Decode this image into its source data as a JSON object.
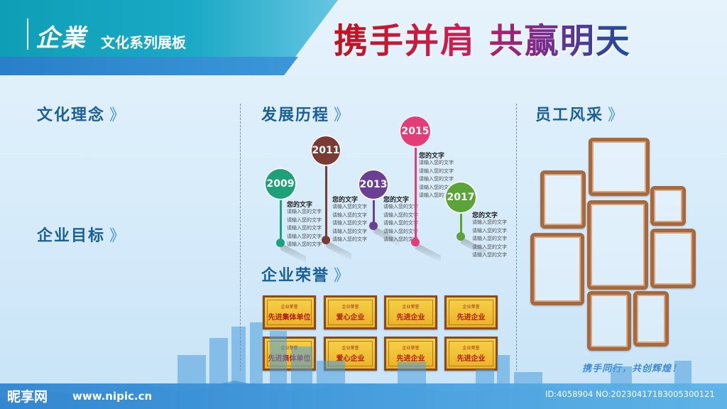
{
  "header": {
    "brand_script": "企業",
    "brand_sub": "文化系列展板",
    "slogan": "携手并肩 共赢明天"
  },
  "sections": {
    "culture": "文化理念",
    "goal": "企业目标",
    "history": "发展历程",
    "honor": "企业荣誉",
    "staff": "员工风采",
    "chevron": "》"
  },
  "timeline": [
    {
      "year": "2009",
      "color": "#1ea07a",
      "head": "您的文字",
      "lines": [
        "请输入您的文字",
        "请输入您的文字",
        "请输入您的文字",
        "请输入您的文字",
        "请输入您的文字"
      ]
    },
    {
      "year": "2011",
      "color": "#7a3b35",
      "head": "您的文字",
      "lines": [
        "请输入您的文字",
        "请输入您的文字",
        "请输入您的文字",
        "请输入您的文字",
        "请输入您的文字"
      ]
    },
    {
      "year": "2013",
      "color": "#6b3f94",
      "head": "您的文字",
      "lines": [
        "请输入您的文字",
        "请输入您的文字",
        "请输入您的文字",
        "请输入您的文字",
        "请输入您的文字"
      ]
    },
    {
      "year": "2015",
      "color": "#e23d79",
      "head": "您的文字",
      "lines": [
        "请输入您的文字",
        "请输入您的文字",
        "请输入您的文字",
        "请输入您的文字",
        "请输入您的文字"
      ]
    },
    {
      "year": "2017",
      "color": "#5ca43a",
      "head": "您的文字",
      "lines": [
        "请输入您的文字",
        "请输入您的文字",
        "请输入您的文字",
        "请输入您的文字",
        "请输入您的文字"
      ]
    }
  ],
  "honors": [
    {
      "top": "企业荣誉",
      "main": "先进集体单位"
    },
    {
      "top": "企业荣誉",
      "main": "爱心企业"
    },
    {
      "top": "企业荣誉",
      "main": "先进企业"
    },
    {
      "top": "企业荣誉",
      "main": "先进企业"
    },
    {
      "top": "企业荣誉",
      "main": "先进集体单位"
    },
    {
      "top": "企业荣誉",
      "main": "爱心企业"
    },
    {
      "top": "企业荣誉",
      "main": "先进企业"
    },
    {
      "top": "企业荣誉",
      "main": "先进企业"
    }
  ],
  "motto": "携手同行，共创辉煌！",
  "watermark": {
    "logo": "昵享网",
    "url": "www.nipic.cn",
    "id": "ID:4058904 NO:20230417183005300121"
  },
  "colors": {
    "teal": "#0e9fb6",
    "title_blue": "#1b5f99",
    "frame": "#a6693f",
    "plaque_gold": "#f0c23a"
  }
}
